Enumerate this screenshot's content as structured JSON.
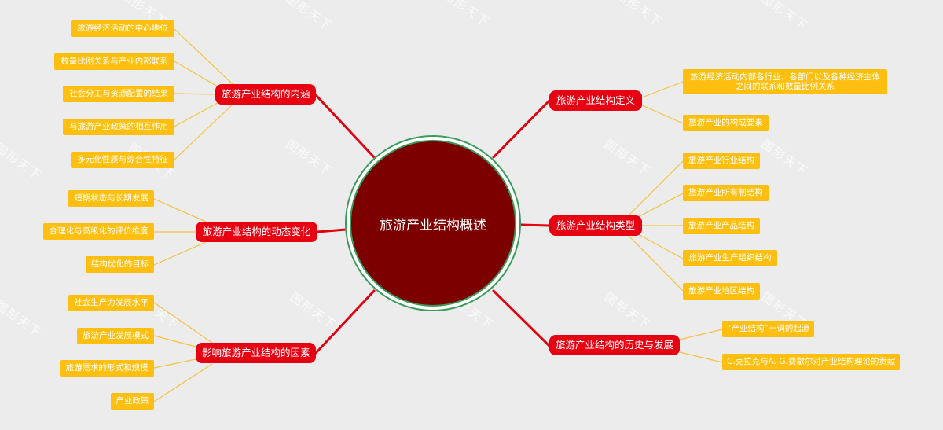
{
  "root": {
    "label": "旅游产业结构概述"
  },
  "watermark": {
    "text": "图形天下"
  },
  "colors": {
    "background": "#ececec",
    "root_fill": "#7d0000",
    "root_ring": "#3a9b5a",
    "branch_fill": "#e60012",
    "leaf_fill": "#ffbf10",
    "main_link": "#e0000e",
    "leaf_link": "#f5c242"
  },
  "branches": [
    {
      "label": "旅游产业结构的内涵",
      "side": "left",
      "children": [
        "旅游经济活动的中心地位",
        "数量比例关系与产业内部联系",
        "社会分工与资源配置的结果",
        "与旅游产业政策的相互作用",
        "多元化性质与综合性特征"
      ]
    },
    {
      "label": "旅游产业结构的动态变化",
      "side": "left",
      "children": [
        "短期状态与长期发展",
        "合理化与高级化的评价维度",
        "结构优化的目标"
      ]
    },
    {
      "label": "影响旅游产业结构的因素",
      "side": "left",
      "children": [
        "社会生产力发展水平",
        "旅游产业发展模式",
        "旅游需求的形式和规模",
        "产业政策"
      ]
    },
    {
      "label": "旅游产业结构定义",
      "side": "right",
      "children": [
        "旅游经济活动内部各行业、各部门以及各种经济主体之间的联系和数量比例关系",
        "旅游产业的构成要素"
      ]
    },
    {
      "label": "旅游产业结构类型",
      "side": "right",
      "children": [
        "旅游产业行业结构",
        "旅游产业所有制结构",
        "旅游产业产品结构",
        "旅游产业生产组织结构",
        "旅游产业地区结构"
      ]
    },
    {
      "label": "旅游产业结构的历史与发展",
      "side": "right",
      "children": [
        "“产业结构”一词的起源",
        "C.克拉克与A. G.费歇尔对产业结构理论的贡献"
      ]
    }
  ]
}
